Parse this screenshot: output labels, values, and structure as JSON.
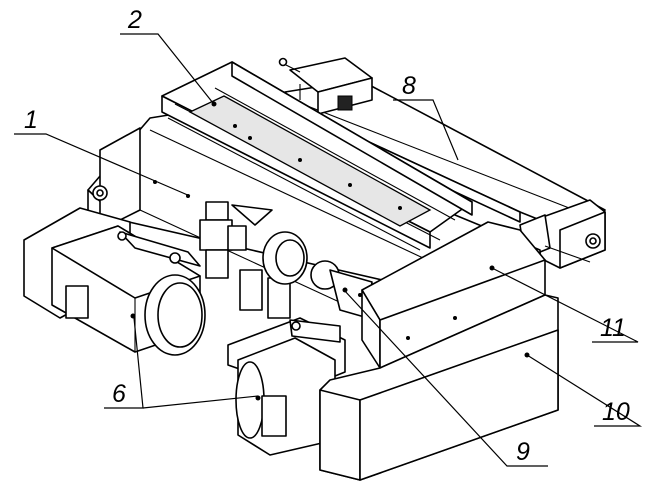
{
  "diagram": {
    "labels": [
      {
        "id": "1",
        "text": "1"
      },
      {
        "id": "2",
        "text": "2"
      },
      {
        "id": "6",
        "text": "6"
      },
      {
        "id": "8",
        "text": "8"
      },
      {
        "id": "9",
        "text": "9"
      },
      {
        "id": "10",
        "text": "10"
      },
      {
        "id": "11",
        "text": "11"
      }
    ]
  }
}
